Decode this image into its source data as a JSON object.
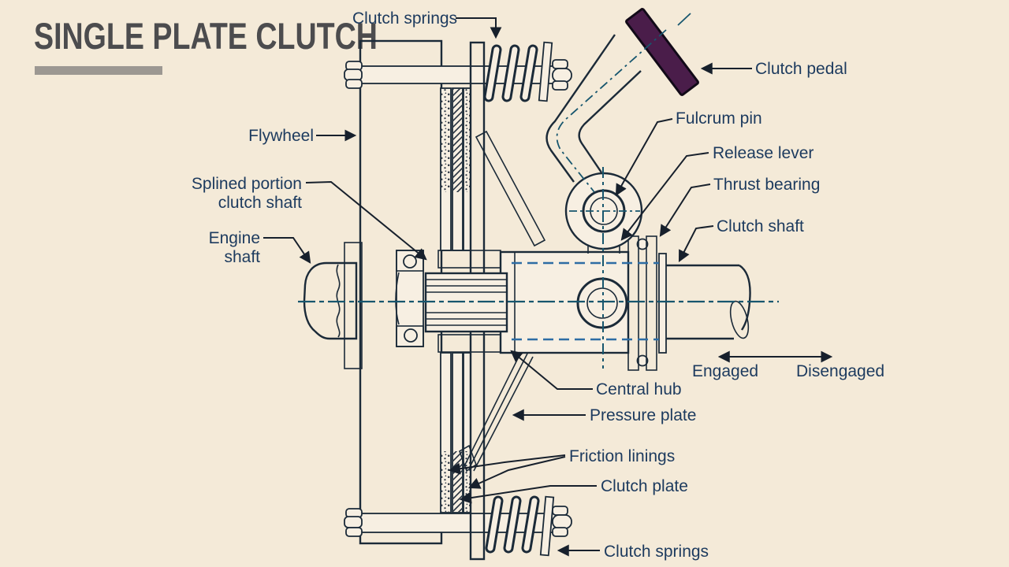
{
  "title": {
    "text": "SINGLE PLATE CLUTCH"
  },
  "labels": {
    "clutch_springs_top": "Clutch springs",
    "clutch_pedal": "Clutch pedal",
    "fulcrum_pin": "Fulcrum pin",
    "release_lever": "Release lever",
    "thrust_bearing": "Thrust bearing",
    "clutch_shaft": "Clutch shaft",
    "flywheel": "Flywheel",
    "splined_portion_line1": "Splined portion",
    "splined_portion_line2": "clutch shaft",
    "engine_shaft_line1": "Engine",
    "engine_shaft_line2": "shaft",
    "central_hub": "Central hub",
    "pressure_plate": "Pressure plate",
    "friction_linings": "Friction linings",
    "clutch_plate": "Clutch plate",
    "clutch_springs_bottom": "Clutch springs",
    "engaged": "Engaged",
    "disengaged": "Disengaged"
  },
  "colors": {
    "background": "#f4ead8",
    "line": "#1b2a38",
    "label": "#1c3a5e",
    "title": "#4c4c4e",
    "title_underline": "#9c9892",
    "pedal": "#4a1d4a",
    "bearing_blue": "#b9c9f0",
    "centerline": "#17566e",
    "hidden_line": "#2e6da4"
  }
}
